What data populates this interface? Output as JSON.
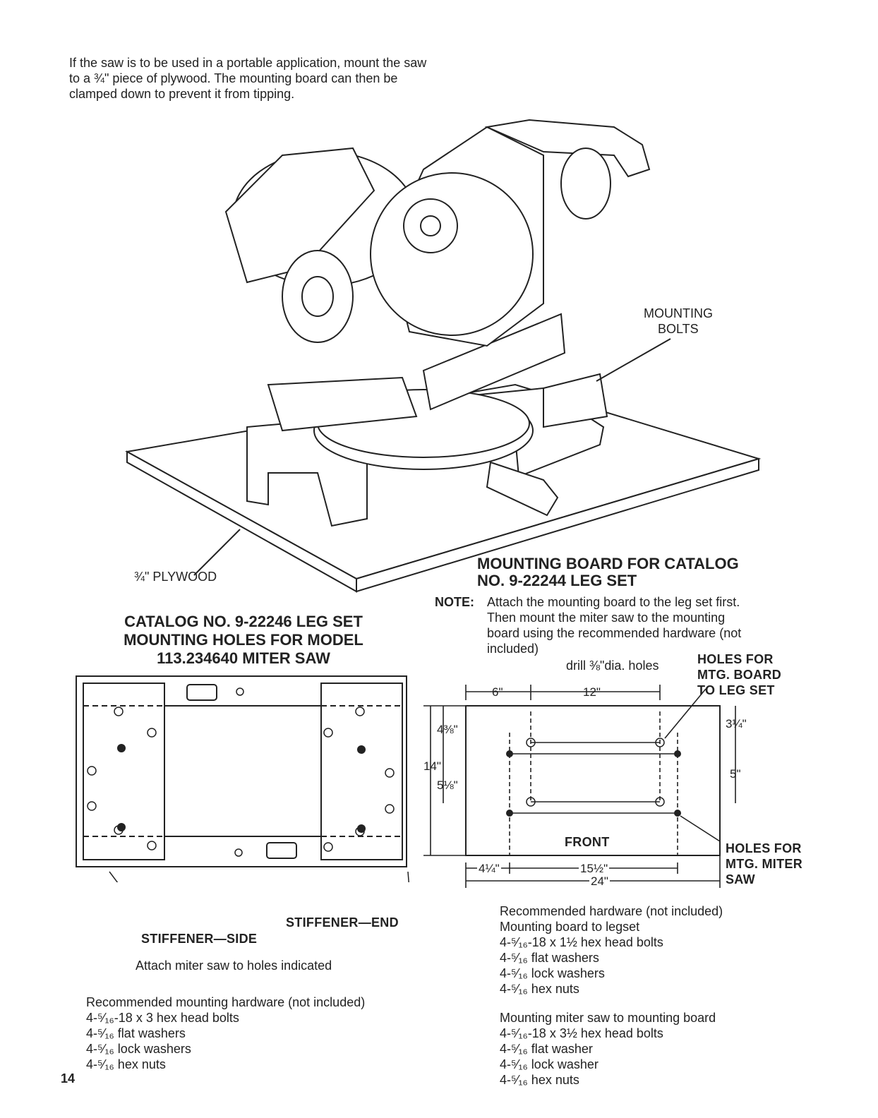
{
  "intro": "If the saw is to be used in a portable application, mount the saw to a ¾\" piece of plywood. The mounting board can then be clamped down to prevent it from tipping.",
  "illustration": {
    "mounting_bolts_line1": "MOUNTING",
    "mounting_bolts_line2": "BOLTS",
    "plywood_label": "¾\" PLYWOOD"
  },
  "left_section": {
    "title_line1": "CATALOG NO. 9-22246 LEG SET",
    "title_line2": "MOUNTING HOLES FOR MODEL",
    "title_line3": "113.234640 MITER SAW",
    "stiffener_side": "STIFFENER—SIDE",
    "stiffener_end": "STIFFENER—END",
    "attach_note": "Attach miter saw to holes indicated",
    "hardware_heading": "Recommended mounting hardware (not included)",
    "hardware": [
      "4-⁵⁄₁₆-18 x 3 hex head bolts",
      "4-⁵⁄₁₆ flat washers",
      "4-⁵⁄₁₆ lock washers",
      "4-⁵⁄₁₆ hex nuts"
    ]
  },
  "right_section": {
    "title_line1": "MOUNTING BOARD FOR CATALOG",
    "title_line2": "NO. 9-22244 LEG SET",
    "note_label": "NOTE:",
    "note_line1": "Attach the mounting board to the leg set first.",
    "note_line2": "Then mount the miter saw to the mounting",
    "note_line3": "board using the recommended hardware (not",
    "note_line4": "included)",
    "drill_note": "drill ⅜\"dia. holes",
    "holes_board_line1": "HOLES FOR",
    "holes_board_line2": "MTG. BOARD",
    "holes_board_line3": "TO LEG SET",
    "holes_saw_line1": "HOLES FOR",
    "holes_saw_line2": "MTG. MITER",
    "holes_saw_line3": "SAW",
    "front_label": "FRONT",
    "dim_6": "6\"",
    "dim_12": "12\"",
    "dim_4_3_8": "4⅜\"",
    "dim_14": "14\"",
    "dim_5_1_8": "5⅛\"",
    "dim_3_1_4": "3¼\"",
    "dim_5": "5\"",
    "dim_4_1_4": "4¼\"",
    "dim_15_1_2": "15½\"",
    "dim_24": "24\"",
    "hw_heading": "Recommended hardware (not included)",
    "hw_sub1": "Mounting board to legset",
    "hw_list1": [
      "4-⁵⁄₁₆-18 x 1½ hex head bolts",
      "4-⁵⁄₁₆ flat washers",
      "4-⁵⁄₁₆ lock washers",
      "4-⁵⁄₁₆ hex nuts"
    ],
    "hw_sub2": "Mounting miter saw to mounting board",
    "hw_list2": [
      "4-⁵⁄₁₆-18 x 3½ hex head bolts",
      "4-⁵⁄₁₆ flat washer",
      "4-⁵⁄₁₆ lock washer",
      "4-⁵⁄₁₆ hex nuts"
    ]
  },
  "page_number": "14"
}
